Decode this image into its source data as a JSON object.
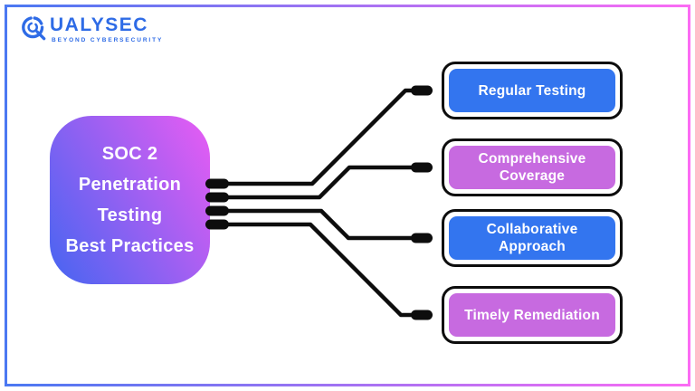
{
  "colors": {
    "accent-blue": "#3375ef",
    "accent-purple": "#c76ae0",
    "center-grad-from": "#4565f1",
    "center-grad-to": "#e95cf3",
    "frame-grad-from": "#4b78f2",
    "frame-grad-to": "#fb6cf4",
    "logo-blue": "#2e6be6",
    "connector-black": "#0d0d0d"
  },
  "logo": {
    "name": "QUALYSEC",
    "wordmark": "UALYSEC",
    "tagline": "BEYOND CYBERSECURITY"
  },
  "center_node": {
    "lines": [
      "SOC 2",
      "Penetration",
      "Testing",
      "Best Practices"
    ]
  },
  "nodes": [
    {
      "label": "Regular Testing",
      "variant": "blue"
    },
    {
      "label": "Comprehensive Coverage",
      "variant": "purple"
    },
    {
      "label": "Collaborative Approach",
      "variant": "blue"
    },
    {
      "label": "Timely Remediation",
      "variant": "purple"
    }
  ]
}
